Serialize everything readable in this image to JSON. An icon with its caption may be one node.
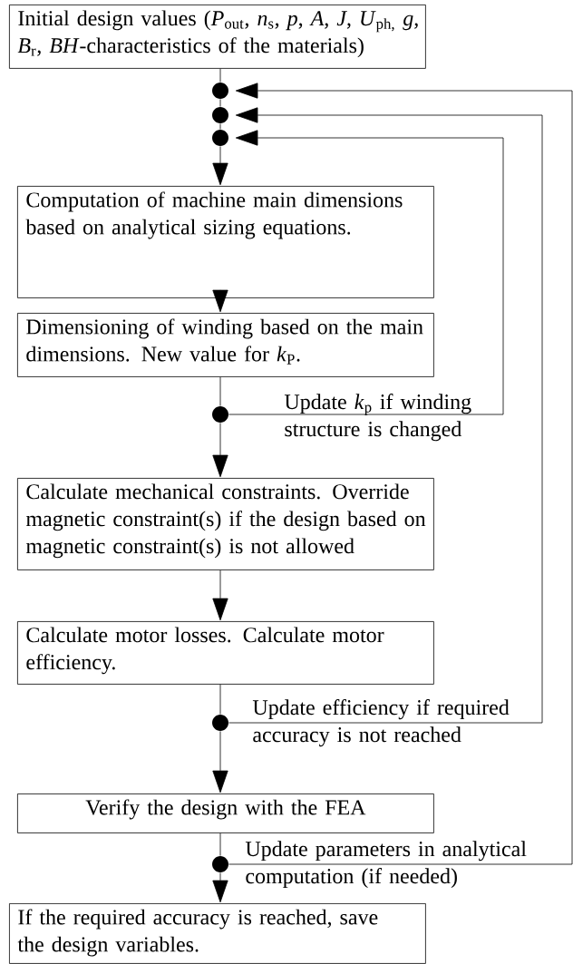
{
  "diagram": {
    "nodes": [
      {
        "text": [
          "Initial design values (*P*$_{out}$, *n*$_{s}$, *p*, *A*, *J*, *U*$_{ph,}$ *g*, *B*$_{r}$, *BH*-characteristics of the materials)"
        ]
      },
      {
        "text": [
          "Computation of machine main dimensions based on analytical sizing equations."
        ]
      },
      {
        "text": [
          "Dimensioning of winding based on the main dimensions. New value for *k*$_{P}$."
        ]
      },
      {
        "text": [
          "Calculate mechanical constraints. Override magnetic constraint(s) if the design based on magnetic constraint(s) is not allowed"
        ]
      },
      {
        "text": [
          "Calculate motor losses. Calculate motor efficiency."
        ]
      },
      {
        "text": [
          "Verify the design with the FEA"
        ]
      },
      {
        "text": [
          "If the required accuracy is reached, save the design variables."
        ]
      },
      {
        "text": [],
        "shape": "circle"
      },
      {
        "text": [],
        "shape": "circle"
      },
      {
        "text": [],
        "shape": "circle"
      },
      {
        "text": [],
        "shape": "circle"
      },
      {
        "text": [],
        "shape": "circle"
      },
      {
        "text": [],
        "shape": "circle"
      }
    ],
    "edges": [
      {
        "from": 0,
        "to": 7,
        "arrow": "none"
      },
      {
        "from": 7,
        "to": 8,
        "arrow": "none"
      },
      {
        "from": 8,
        "to": 9,
        "arrow": "none"
      },
      {
        "from": 9,
        "to": 1,
        "arrow": "to"
      },
      {
        "from": 1,
        "to": 2,
        "arrow": "to"
      },
      {
        "from": 2,
        "to": 10,
        "arrow": "none"
      },
      {
        "from": 10,
        "to": 3,
        "arrow": "to"
      },
      {
        "from": 3,
        "to": 4,
        "arrow": "to"
      },
      {
        "from": 4,
        "to": 11,
        "arrow": "none"
      },
      {
        "from": 11,
        "to": 5,
        "arrow": "to"
      },
      {
        "from": 5,
        "to": 12,
        "arrow": "none"
      },
      {
        "from": 12,
        "to": 6,
        "arrow": "to"
      },
      {
        "from": 10,
        "to": 9,
        "arrow": "to",
        "label": "Update *k*$_{p}$ if winding structure is changed"
      },
      {
        "from": 11,
        "to": 8,
        "arrow": "to",
        "label": "Update efficiency if required accuracy is not reached"
      },
      {
        "from": 12,
        "to": 7,
        "arrow": "to",
        "label": "Update parameters in analytical computation (if needed)"
      }
    ]
  }
}
